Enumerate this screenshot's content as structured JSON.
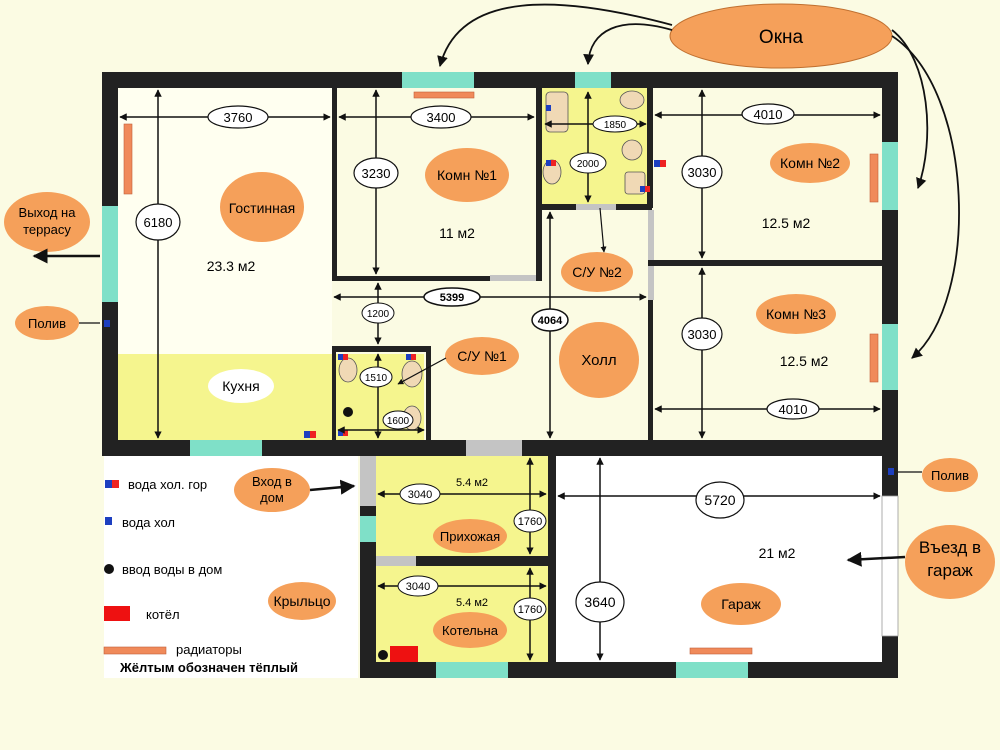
{
  "colors": {
    "background": "#fbfbe3",
    "wall": "#222222",
    "warm_floor": "#f5f58e",
    "window": "#7fe0c8",
    "door": "#c4c4c4",
    "callout": "#f5a05a",
    "radiator": "#f08a5a",
    "cold_water": "#1d3fc0",
    "hot_water": "#ee2222",
    "boiler": "#ee1111",
    "tile": "#f0d9b5"
  },
  "callouts": {
    "windows": "Окна",
    "terrace_exit": [
      "Выход на",
      "террасу"
    ],
    "watering_left": "Полив",
    "watering_right": "Полив",
    "house_entry": [
      "Вход в",
      "дом"
    ],
    "garage_entry": [
      "Въезд в",
      "гараж"
    ]
  },
  "rooms": {
    "living": {
      "name": "Гостинная",
      "area": "23.3 м2"
    },
    "kitchen": {
      "name": "Кухня"
    },
    "room1": {
      "name": "Комн №1",
      "area": "11 м2"
    },
    "room2": {
      "name": "Комн №2",
      "area": "12.5 м2"
    },
    "room3": {
      "name": "Комн №3",
      "area": "12.5 м2"
    },
    "bath1": {
      "name": "С/У №1"
    },
    "bath2": {
      "name": "С/У №2"
    },
    "hall": {
      "name": "Холл"
    },
    "hallway": {
      "name": "Прихожая",
      "area": "5.4 м2"
    },
    "boiler_room": {
      "name": "Котельна",
      "area": "5.4 м2"
    },
    "porch": {
      "name": "Крыльцо"
    },
    "garage": {
      "name": "Гараж",
      "area": "21 м2"
    }
  },
  "dimensions": {
    "living_width": "3760",
    "living_depth": "6180",
    "room1_width": "3400",
    "room1_depth": "3230",
    "bath2_width": "1850",
    "bath2_depth": "2000",
    "room2_width": "4010",
    "room2_depth": "3030",
    "room3_depth": "3030",
    "room3_width": "4010",
    "hall_width": "5399",
    "hall_depth": "4064",
    "corridor_depth": "1200",
    "bath1_width": "1510",
    "bath1_depth": "1600",
    "hallway_width": "3040",
    "hallway_depth": "1760",
    "boiler_width": "3040",
    "boiler_depth": "1760",
    "garage_width": "5720",
    "garage_depth": "3640"
  },
  "legend": {
    "water_cold_hot": "вода хол. гор",
    "water_cold": "вода хол",
    "water_inlet": "ввод воды в дом",
    "boiler": "котёл",
    "radiators": "радиаторы",
    "note": "Жёлтым обозначен тёплый"
  }
}
